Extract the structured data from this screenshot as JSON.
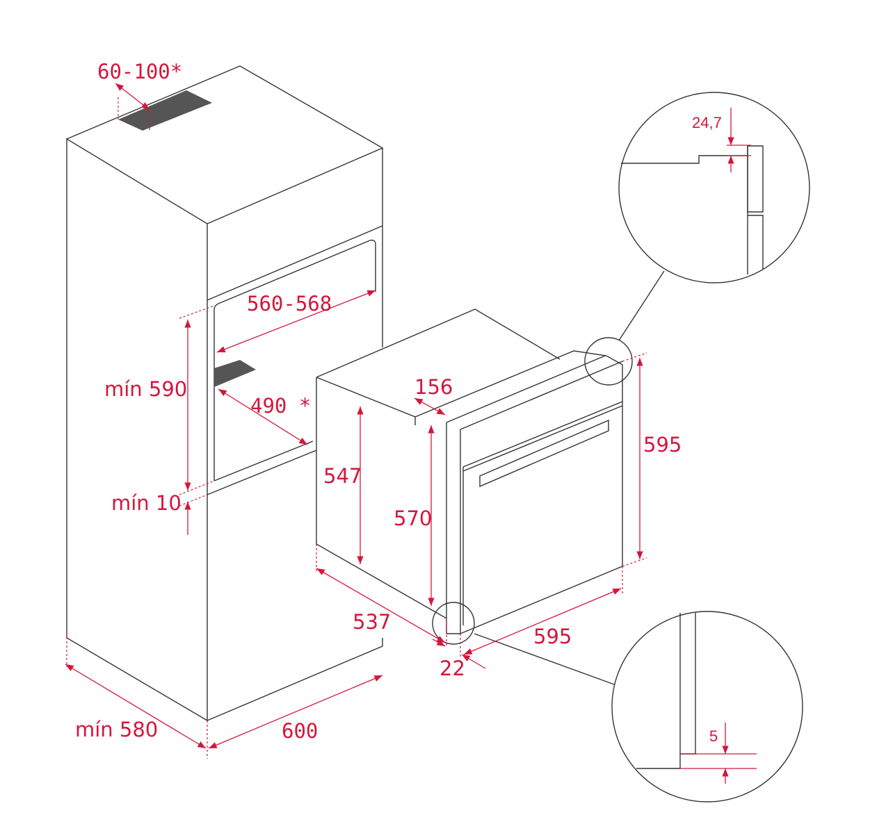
{
  "dimensions": {
    "vent_top": "60-100*",
    "niche_width": "560-568",
    "niche_height": "mín 590",
    "vent_depth": "490 *",
    "gap_bottom": "mín 10",
    "cabinet_depth": "mín 580",
    "cabinet_width": "600",
    "oven_recess": "156",
    "oven_body_height": "547",
    "oven_front_height": "570",
    "oven_total_height": "595",
    "oven_depth": "537",
    "oven_width": "595",
    "door_offset": "22",
    "detail_top": "24,7",
    "detail_bottom": "5"
  },
  "colors": {
    "dimension": "#d4163c",
    "line": "#333333",
    "vent": "#555555"
  }
}
